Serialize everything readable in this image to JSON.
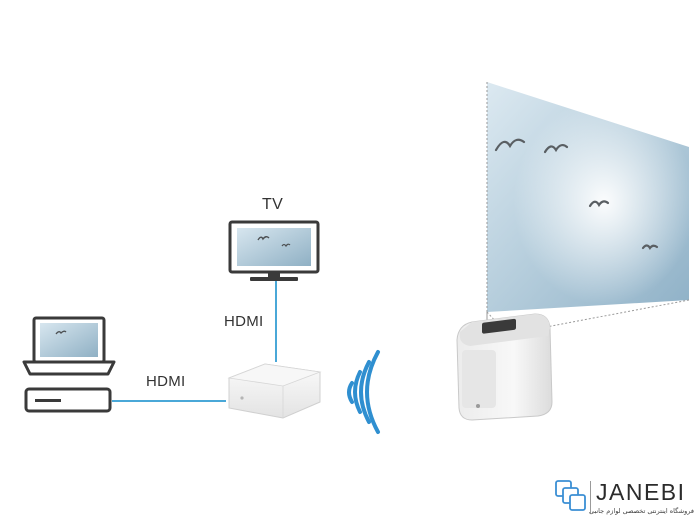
{
  "labels": {
    "tv": "TV",
    "hdmi_vertical": "HDMI",
    "hdmi_horizontal": "HDMI"
  },
  "brand": {
    "name": "JANEBI",
    "tagline": "فروشگاه اینترنتی تخصصی لوازم جانبی"
  },
  "colors": {
    "cable": "#4aa8d8",
    "wifi_waves": "#2f8fd0",
    "device_outline": "#3a3a3a",
    "screen": "#bfd6e6",
    "logo_blue": "#3b8fd4"
  }
}
